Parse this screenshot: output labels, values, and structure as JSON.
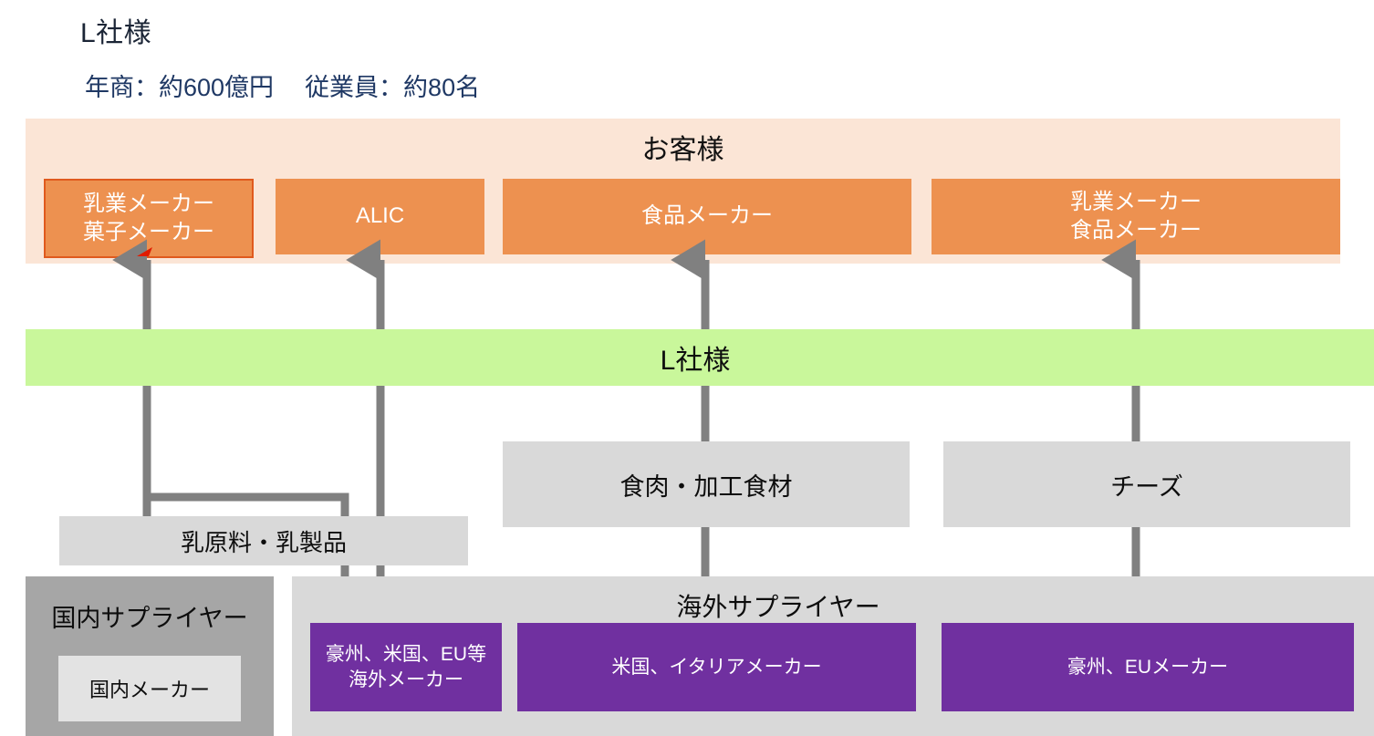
{
  "header": {
    "title": "L社様",
    "revenue_label": "年商：約600億円",
    "employees_label": "従業員：約80名"
  },
  "customer_section": {
    "title": "お客様",
    "band_color": "#fbe5d6",
    "box_color": "#ed9150",
    "boxes": [
      {
        "id": "dairy-confectionery",
        "line1": "乳業メーカー",
        "line2": "菓子メーカー",
        "outlined": true
      },
      {
        "id": "alic",
        "line1": "ALIC",
        "line2": "",
        "outlined": false
      },
      {
        "id": "food-maker",
        "line1": "食品メーカー",
        "line2": "",
        "outlined": false
      },
      {
        "id": "dairy-food-maker",
        "line1": "乳業メーカー",
        "line2": "食品メーカー",
        "outlined": false
      }
    ]
  },
  "company": {
    "label": "L社様",
    "color": "#c9f79b"
  },
  "products": {
    "color": "#d9d9d9",
    "meat": "食肉・加工食材",
    "cheese": "チーズ",
    "dairy": "乳原料・乳製品"
  },
  "suppliers": {
    "domestic": {
      "title": "国内サプライヤー",
      "panel_color": "#a6a6a6",
      "maker": "国内メーカー"
    },
    "overseas": {
      "title": "海外サプライヤー",
      "panel_color": "#d9d9d9",
      "box_color": "#7030a0",
      "boxes": [
        {
          "id": "oceania-us-eu",
          "line1": "豪州、米国、EU等",
          "line2": "海外メーカー"
        },
        {
          "id": "us-italy",
          "line1": "米国、イタリアメーカー",
          "line2": ""
        },
        {
          "id": "oceania-eu",
          "line1": "豪州、EUメーカー",
          "line2": ""
        }
      ]
    }
  },
  "connectors": {
    "arrow_color": "#808080",
    "highlight_color": "#e01b00"
  }
}
